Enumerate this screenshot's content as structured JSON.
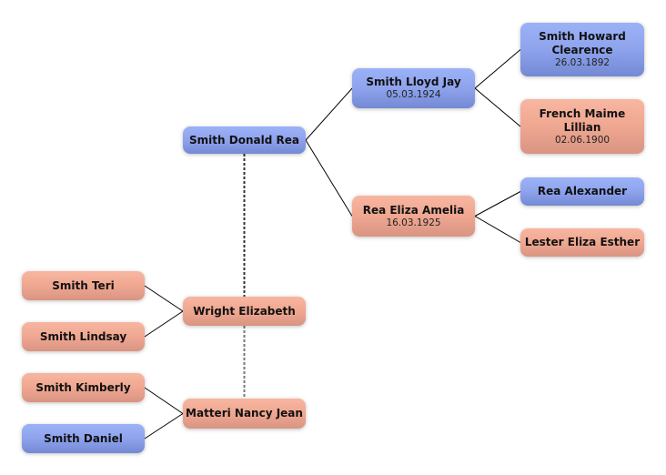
{
  "diagram": {
    "title": "Family tree",
    "colors": {
      "male": "#8ea3ec",
      "female": "#efa791",
      "connector": "#000000",
      "spouse_link": "#333333",
      "spouse_link_light": "#777777"
    },
    "people": [
      {
        "id": "donald",
        "name": "Smith Donald Rea",
        "date": "",
        "gender": "male"
      },
      {
        "id": "lloyd",
        "name": "Smith Lloyd Jay",
        "date": "05.03.1924",
        "gender": "male"
      },
      {
        "id": "eliza",
        "name": "Rea Eliza Amelia",
        "date": "16.03.1925",
        "gender": "female"
      },
      {
        "id": "howard",
        "name": "Smith Howard Clearence",
        "date": "26.03.1892",
        "gender": "male"
      },
      {
        "id": "maime",
        "name": "French Maime Lillian",
        "date": "02.06.1900",
        "gender": "female"
      },
      {
        "id": "alexander",
        "name": "Rea Alexander",
        "date": "",
        "gender": "male"
      },
      {
        "id": "lester",
        "name": "Lester Eliza Esther",
        "date": "",
        "gender": "female"
      },
      {
        "id": "wright",
        "name": "Wright Elizabeth",
        "date": "",
        "gender": "female"
      },
      {
        "id": "teri",
        "name": "Smith Teri",
        "date": "",
        "gender": "female"
      },
      {
        "id": "lindsay",
        "name": "Smith Lindsay",
        "date": "",
        "gender": "female"
      },
      {
        "id": "matteri",
        "name": "Matteri Nancy Jean",
        "date": "",
        "gender": "female"
      },
      {
        "id": "kimberly",
        "name": "Smith Kimberly",
        "date": "",
        "gender": "female"
      },
      {
        "id": "daniel",
        "name": "Smith Daniel",
        "date": "",
        "gender": "male"
      }
    ],
    "parent_links": [
      {
        "child": "donald",
        "parents": [
          "lloyd",
          "eliza"
        ]
      },
      {
        "child": "lloyd",
        "parents": [
          "howard",
          "maime"
        ]
      },
      {
        "child": "eliza",
        "parents": [
          "alexander",
          "lester"
        ]
      }
    ],
    "child_links": [
      {
        "parent": "wright",
        "children": [
          "teri",
          "lindsay"
        ]
      },
      {
        "parent": "matteri",
        "children": [
          "kimberly",
          "daniel"
        ]
      }
    ],
    "spouse_links": [
      {
        "from": "donald",
        "to": "wright",
        "style": "dark"
      },
      {
        "from": "wright",
        "to": "matteri",
        "style": "light"
      }
    ]
  }
}
